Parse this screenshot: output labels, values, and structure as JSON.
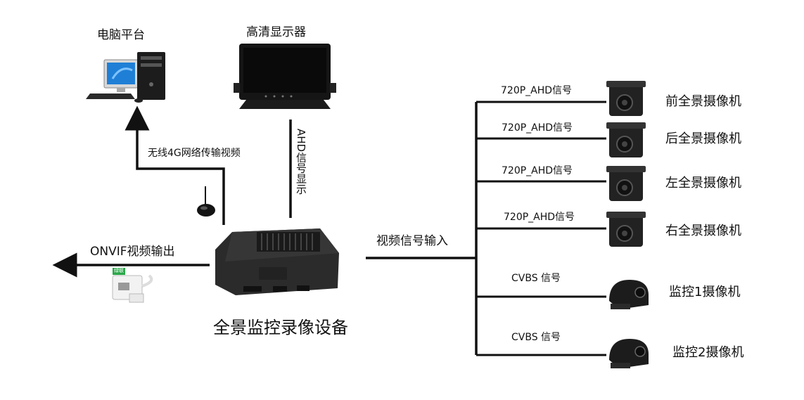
{
  "nodes": {
    "pc_label": "电脑平台",
    "monitor_label": "高清显示器",
    "device_label": "全景监控录像设备",
    "usb_badge": "绿联"
  },
  "edges": {
    "wireless_label": "无线4G网络传输视频",
    "ahd_display_label": "AHD信号显示",
    "onvif_label": "ONVIF视频输出",
    "video_input_label": "视频信号输入"
  },
  "cameras": [
    {
      "signal": "720P_AHD信号",
      "name": "前全景摄像机"
    },
    {
      "signal": "720P_AHD信号",
      "name": "后全景摄像机"
    },
    {
      "signal": "720P_AHD信号",
      "name": "左全景摄像机"
    },
    {
      "signal": "720P_AHD信号",
      "name": "右全景摄像机"
    },
    {
      "signal": "CVBS 信号",
      "name": "监控1摄像机"
    },
    {
      "signal": "CVBS 信号",
      "name": "监控2摄像机"
    }
  ],
  "colors": {
    "line": "#111111",
    "screen_blue": "#1f7fd6",
    "device": "#2b2b2b"
  }
}
